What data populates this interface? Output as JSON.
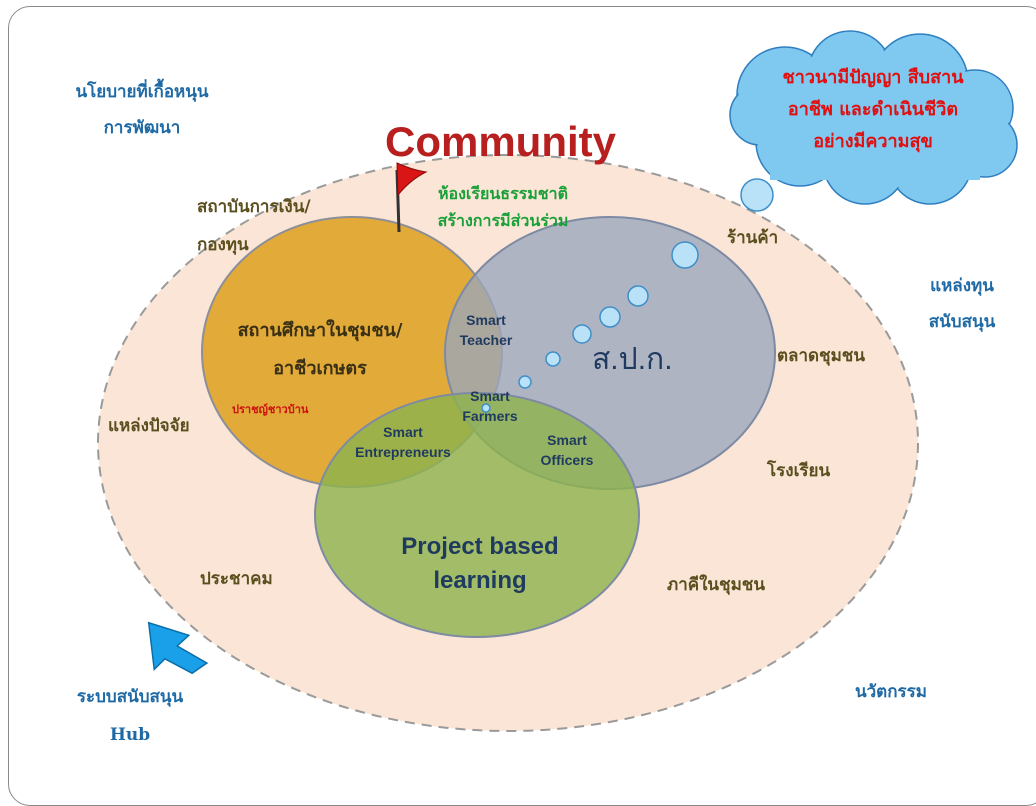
{
  "title": "Community",
  "outer_labels": {
    "policy_line1": "นโยบายที่เกื้อหนุน",
    "policy_line2": "การพัฒนา",
    "funding_line1": "แหล่งทุน",
    "funding_line2": "สนับสนุน",
    "support_line1": "ระบบสนับสนุน",
    "support_line2": "Hub",
    "innovation": "นวัตกรรม"
  },
  "cloud_text": {
    "line1": "ชาวนามีปัญญา สืบสาน",
    "line2": "อาชีพ และดำเนินชีวิต",
    "line3": "อย่างมีความสุข"
  },
  "flag_text": {
    "line1": "ห้องเรียนธรรมชาติ",
    "line2": "สร้างการมีส่วนร่วม"
  },
  "community_items": {
    "finance_line1": "สถาบันการเงิน/",
    "finance_line2": "กองทุน",
    "shop": "ร้านค้า",
    "market": "ตลาดชุมชน",
    "school": "โรงเรียน",
    "partners": "ภาคีในชุมชน",
    "resources": "แหล่งปัจจัย",
    "people": "ประชาคม"
  },
  "circles": {
    "yellow_line1": "สถานศึกษาในชุมชน/",
    "yellow_line2": "อาชีวเกษตร",
    "yellow_sub": "ปราชญ์ชาวบ้าน",
    "gray": "ส.ป.ก.",
    "green_line1": "Project based",
    "green_line2": "learning"
  },
  "overlaps": {
    "teacher_line1": "Smart",
    "teacher_line2": "Teacher",
    "farmers_line1": "Smart",
    "farmers_line2": "Farmers",
    "entrepreneurs_line1": "Smart",
    "entrepreneurs_line2": "Entrepreneurs",
    "officers_line1": "Smart",
    "officers_line2": "Officers"
  },
  "colors": {
    "title": "#b81f1f",
    "community_fill": "#fbe5d6",
    "yellow_circle": "#e0a52a",
    "gray_circle": "#9aa6bd",
    "green_circle": "#8db24e",
    "cloud": "#7fc8f0",
    "cloud_text": "#e01010",
    "flag": "#d91515",
    "flag_text": "#1aa039",
    "arrow": "#1aa0e8"
  }
}
